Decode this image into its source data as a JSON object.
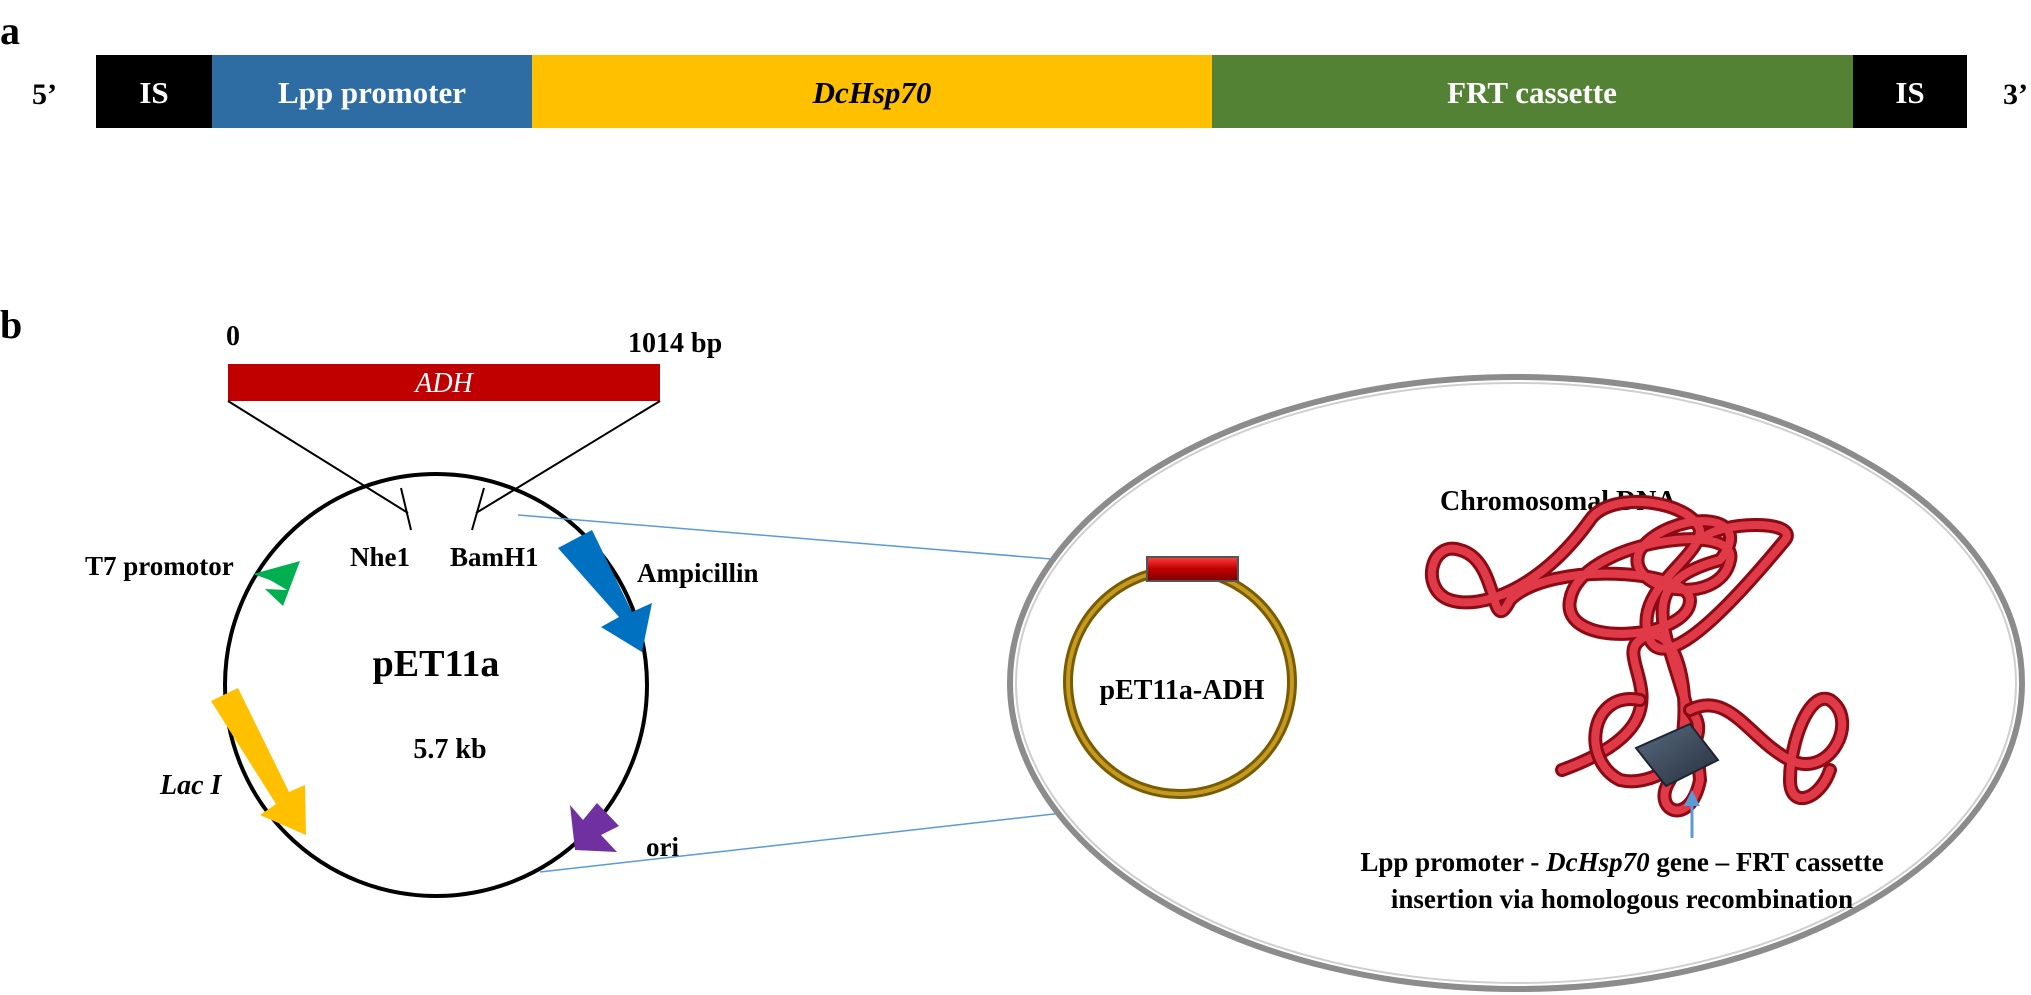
{
  "panel_a": {
    "panel_label": "a",
    "end_left": "5’",
    "end_right": "3’",
    "segments": [
      {
        "label": "IS",
        "color": "#000000"
      },
      {
        "label": "Lpp promoter",
        "color": "#2e6da4"
      },
      {
        "label": "DcHsp70",
        "color": "#ffc000"
      },
      {
        "label": "FRT cassette",
        "color": "#548235"
      },
      {
        "label": "IS",
        "color": "#000000"
      }
    ]
  },
  "panel_b": {
    "panel_label": "b",
    "insert": {
      "start_label": "0",
      "end_label": "1014 bp",
      "gene_label": "ADH",
      "color": "#c00000"
    },
    "plasmid": {
      "name": "pET11a",
      "size": "5.7 kb",
      "sites": {
        "site1": "Nhe1",
        "site2": "BamH1"
      },
      "features": {
        "t7": {
          "label": "T7 promotor",
          "color": "#00b050"
        },
        "amp": {
          "label": "Ampicillin",
          "color": "#0070c0"
        },
        "ori": {
          "label": "ori",
          "color": "#7030a0"
        },
        "lac": {
          "label": "Lac I",
          "color": "#ffc000"
        }
      }
    },
    "cell": {
      "plasmid_label": "pET11a-ADH",
      "chromosome_label": "Chromosomal DNA",
      "insertion_line1_prefix": "Lpp promoter - ",
      "insertion_line1_italic": "DcHsp70",
      "insertion_line1_suffix": " gene – FRT cassette",
      "insertion_line2": "insertion via homologous recombination"
    }
  }
}
